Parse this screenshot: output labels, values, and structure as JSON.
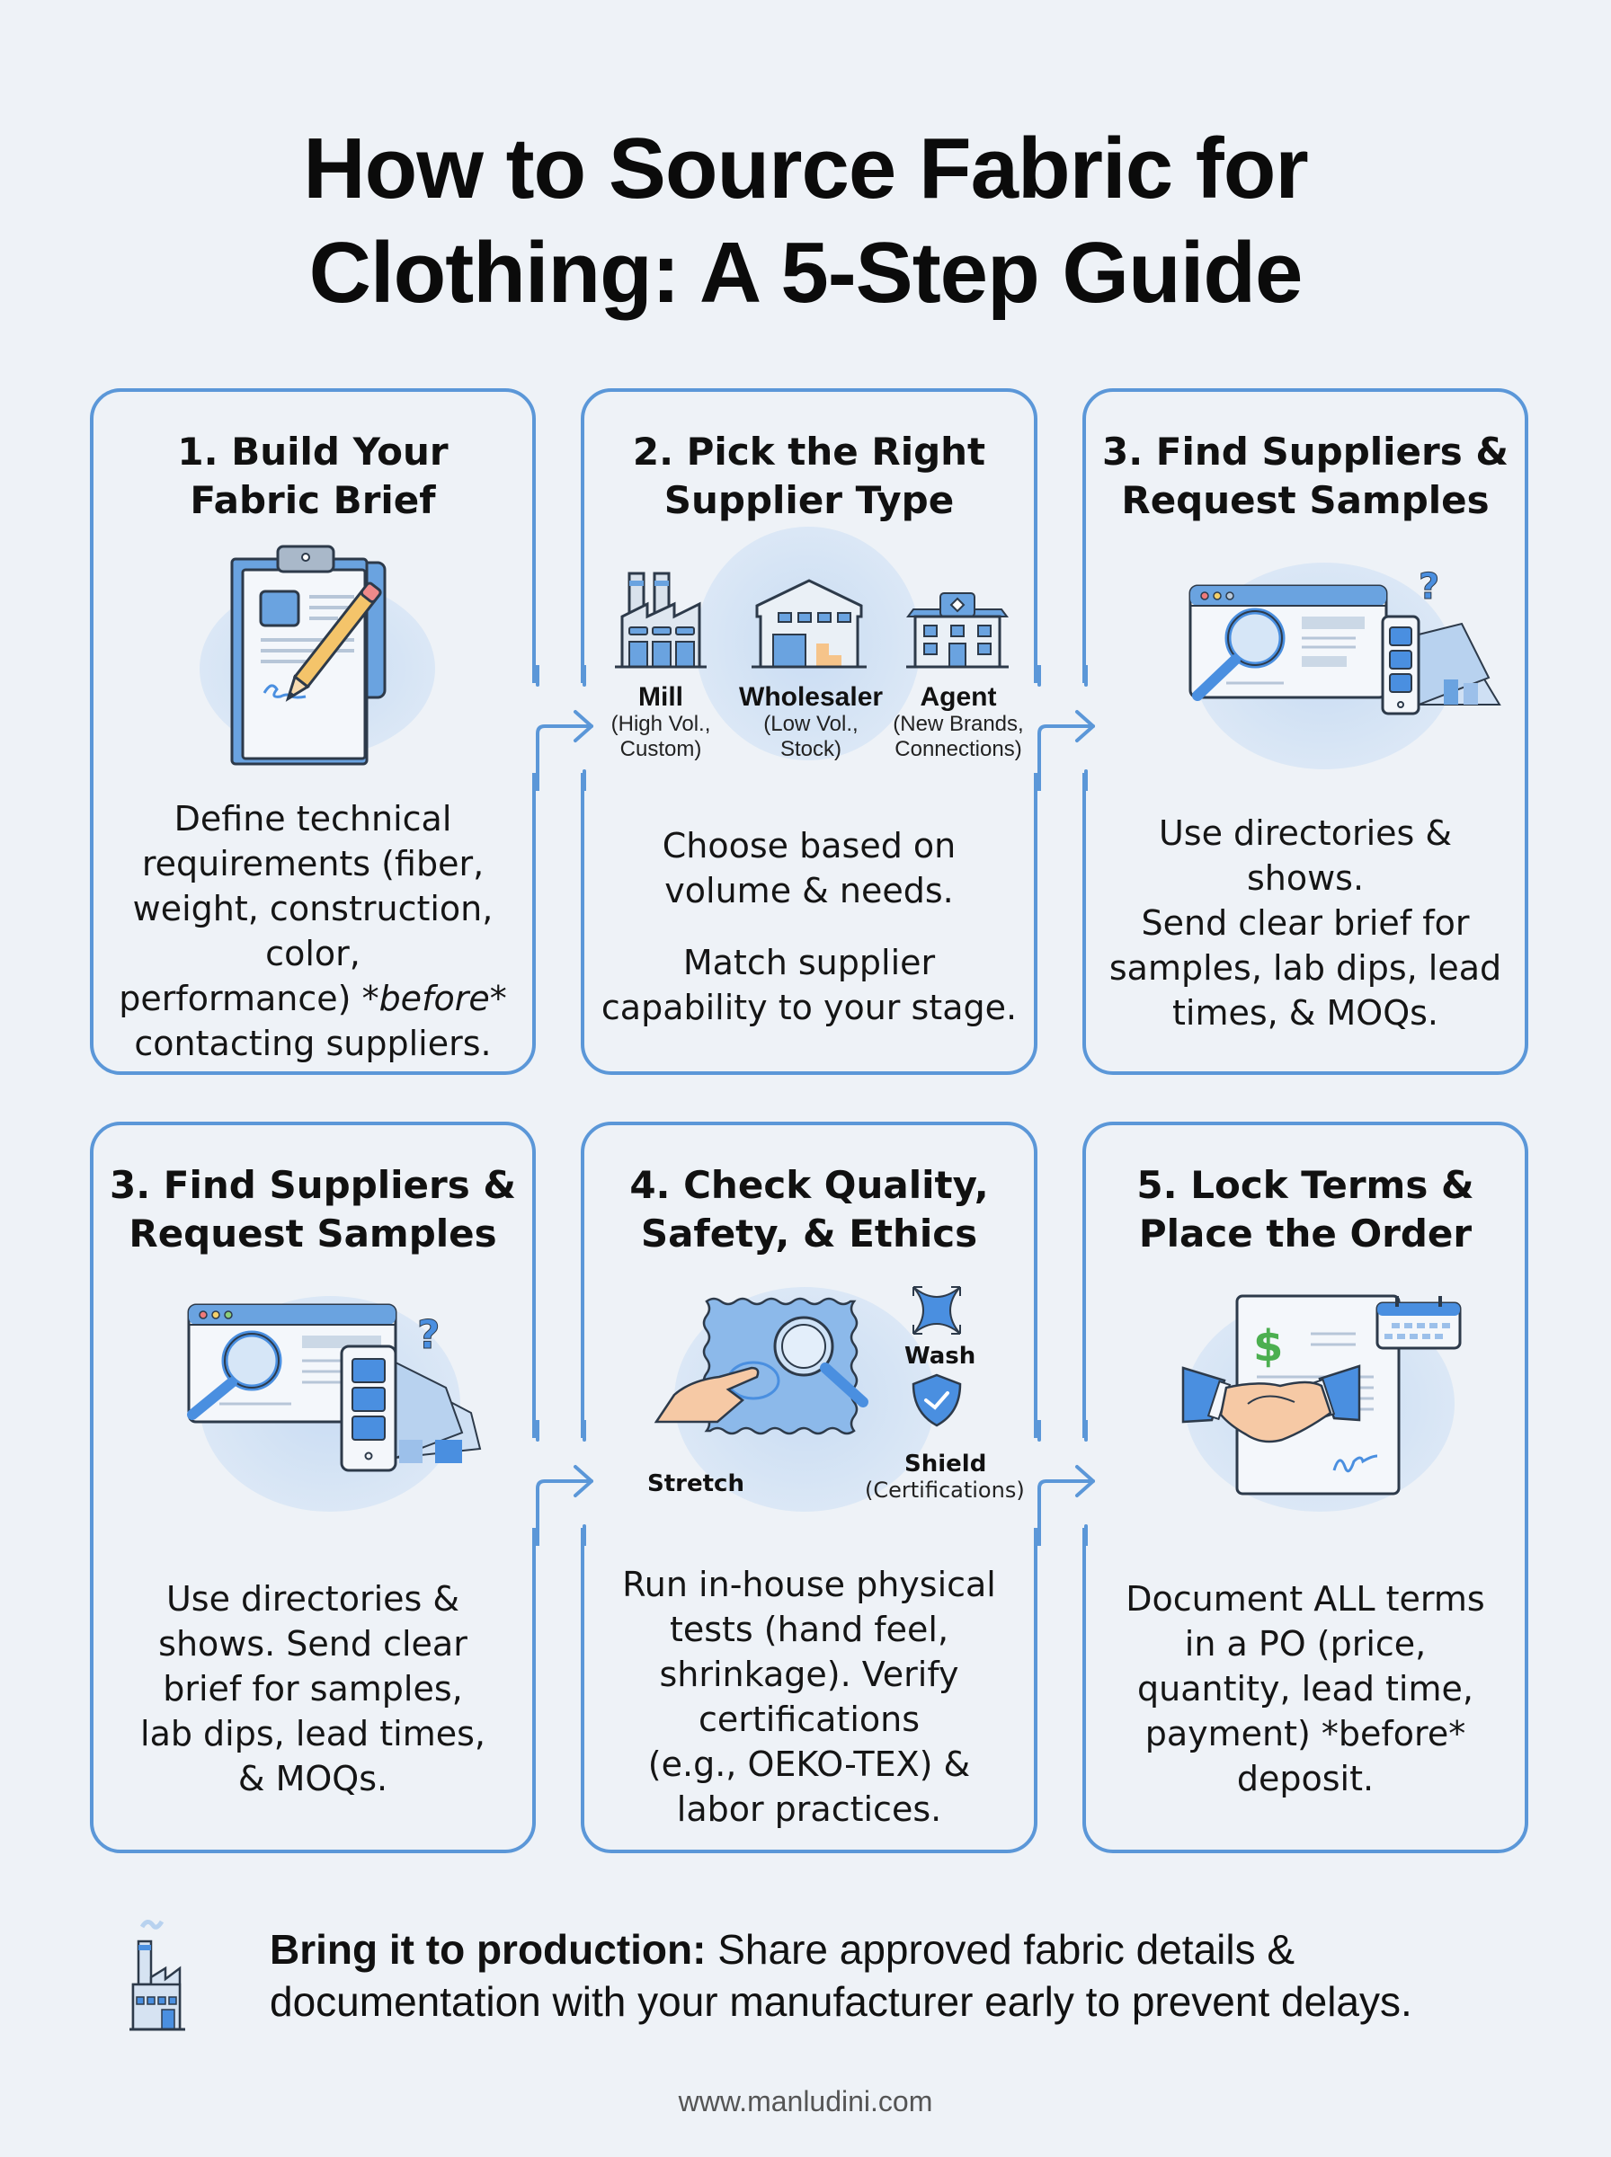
{
  "title": {
    "line1": "How to Source Fabric for",
    "line2": "Clothing: A 5-Step Guide"
  },
  "colors": {
    "background": "#eef2f7",
    "card_border": "#5b97d8",
    "accent_blue": "#4a8fe0",
    "icon_outline": "#2d3a4a",
    "pencil_yellow": "#f4c46a",
    "dollar_green": "#4caf50",
    "skin": "#f6c9a5"
  },
  "cards": [
    {
      "heading_line1": "1. Build Your",
      "heading_line2": "Fabric Brief",
      "icon": "clipboard-pencil-icon",
      "body_lines": [
        "Define technical",
        "requirements (fiber,",
        "weight, construction,",
        "color,",
        "performance) ",
        "contacting suppliers."
      ],
      "body_emphasis": "*before*"
    },
    {
      "heading_line1": "2. Pick the Right",
      "heading_line2": "Supplier Type",
      "icon": "buildings-icon",
      "supplier_types": [
        {
          "name": "Mill",
          "desc_line1": "(High Vol.,",
          "desc_line2": "Custom)",
          "icon": "factory-icon"
        },
        {
          "name": "Wholesaler",
          "desc_line1": "(Low Vol.,",
          "desc_line2": "Stock)",
          "icon": "warehouse-icon"
        },
        {
          "name": "Agent",
          "desc_line1": "(New Brands,",
          "desc_line2": "Connections)",
          "icon": "office-building-icon"
        }
      ],
      "body_p1_line1": "Choose based on",
      "body_p1_line2": "volume & needs.",
      "body_p2_line1": "Match supplier",
      "body_p2_line2": "capability to your stage."
    },
    {
      "heading_line1": "3. Find Suppliers &",
      "heading_line2": "Request Samples",
      "icon": "browser-search-swatches-icon",
      "body_lines": [
        "Use directories &",
        "shows.",
        "Send clear brief for",
        "samples, lab dips, lead",
        "times, & MOQs."
      ]
    },
    {
      "heading_line1": "3. Find Suppliers &",
      "heading_line2": "Request Samples",
      "icon": "browser-search-swatches-icon",
      "body_lines": [
        "Use directories &",
        "shows. Send clear",
        "brief for samples,",
        "lab dips, lead times,",
        "& MOQs."
      ]
    },
    {
      "heading_line1": "4. Check Quality,",
      "heading_line2": "Safety, & Ethics",
      "icon": "fabric-inspection-icon",
      "labels": {
        "stretch": "Stretch",
        "wash": "Wash",
        "shield": "Shield",
        "shield_sub": "(Certifications)"
      },
      "body_lines": [
        "Run in-house physical",
        "tests (hand feel,",
        "shrinkage). Verify",
        "certifications",
        "(e.g., OEKO-TEX) &",
        "labor practices."
      ]
    },
    {
      "heading_line1": "5. Lock Terms &",
      "heading_line2": "Place the Order",
      "icon": "contract-handshake-icon",
      "dollar_sign": "$",
      "body_lines": [
        "Document ALL terms",
        "in a PO (price,",
        "quantity, lead time,",
        "payment) *before*",
        "deposit."
      ]
    }
  ],
  "footer": {
    "bold_lead": "Bring it to production:",
    "text_line1": " Share approved fabric details &",
    "text_line2": "documentation with your manufacturer early to prevent delays.",
    "icon": "factory-icon",
    "website": "www.manludini.com"
  }
}
